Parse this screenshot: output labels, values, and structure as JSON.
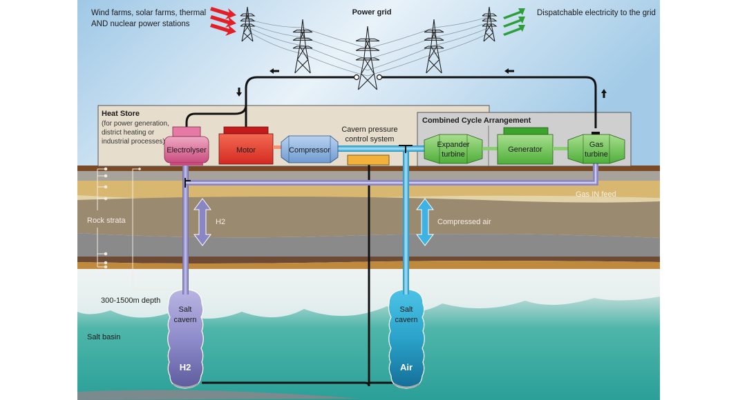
{
  "labels": {
    "sources": [
      "Wind farms, solar farms, thermal",
      "AND nuclear power stations"
    ],
    "power_grid": "Power grid",
    "dispatchable": "Dispatchable electricity to the grid",
    "heat_store_title": "Heat Store",
    "heat_store_desc": [
      "(for power generation,",
      "district heating or",
      "industrial processes)"
    ],
    "combined_cycle": "Combined Cycle Arrangement",
    "cavern_pressure": [
      "Cavern pressure",
      "control system"
    ],
    "rock_strata": "Rock strata",
    "depth": "300-1500m depth",
    "salt_basin": "Salt basin",
    "h2_flow": "H2",
    "compressed_air": "Compressed air",
    "gas_in_feed": "Gas IN feed"
  },
  "components": {
    "electrolyser": "Electrolyser",
    "motor": "Motor",
    "compressor": "Compressor",
    "expander_turbine": [
      "Expander",
      "turbine"
    ],
    "generator": "Generator",
    "gas_turbine": [
      "Gas",
      "turbine"
    ]
  },
  "caverns": {
    "h2": {
      "title": [
        "Salt",
        "cavern"
      ],
      "content": "H2"
    },
    "air": {
      "title": [
        "Salt",
        "cavern"
      ],
      "content": "Air"
    }
  },
  "icons": {
    "input_arrows": "red-energy-arrows-icon",
    "output_arrows": "green-energy-arrows-icon",
    "pylon": "pylon-icon",
    "flow_arrow": "arrow-icon"
  },
  "colors": {
    "sky_top": "#a9cfe8",
    "sky_bottom": "#eef5fa",
    "heat_store": "#e6ddcc",
    "combined_cycle": "#cfcfcf",
    "electrolyser": "#d9608f",
    "motor": "#e0362c",
    "compressor": "#7aa6d6",
    "green_unit": "#6fc454",
    "h2_pipe": "#8a86c4",
    "air_pipe": "#3db2e3",
    "salt_basin": "#2fa59a",
    "red_arrows": "#e41e26",
    "green_arrows": "#2e9e3a"
  }
}
